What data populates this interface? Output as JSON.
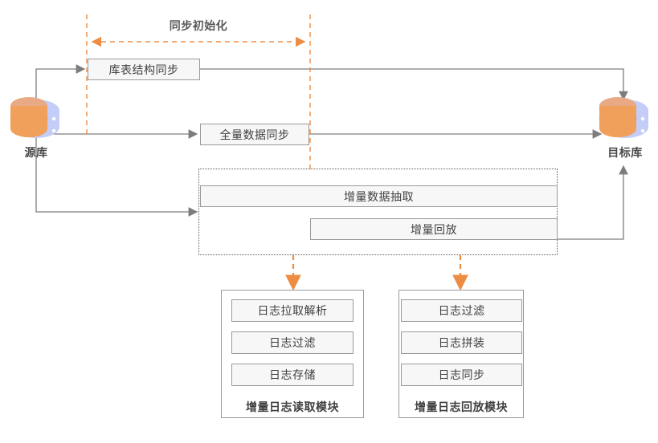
{
  "diagram": {
    "title_span": {
      "label": "同步初始化"
    },
    "databases": [
      {
        "name": "source-database",
        "label": "源库"
      },
      {
        "name": "target-database",
        "label": "目标库"
      }
    ],
    "stage_nodes": [
      {
        "name": "schema-sync",
        "label": "库表结构同步"
      },
      {
        "name": "full-data-sync",
        "label": "全量数据同步"
      },
      {
        "name": "incremental-extract",
        "label": "增量数据抽取"
      },
      {
        "name": "incremental-replay",
        "label": "增量回放"
      }
    ],
    "modules": [
      {
        "name": "incremental-log-read-module",
        "caption": "增量日志读取模块",
        "items": [
          {
            "name": "log-pull-parse",
            "label": "日志拉取解析"
          },
          {
            "name": "log-filter",
            "label": "日志过滤"
          },
          {
            "name": "log-storage",
            "label": "日志存储"
          }
        ]
      },
      {
        "name": "incremental-log-replay-module",
        "caption": "增量日志回放模块",
        "items": [
          {
            "name": "log-filter-replay",
            "label": "日志过滤"
          },
          {
            "name": "log-assemble",
            "label": "日志拼装"
          },
          {
            "name": "log-sync",
            "label": "日志同步"
          }
        ]
      }
    ],
    "colors": {
      "accent_orange": "#ed8c43",
      "connector_gray": "#7d7d7d",
      "node_fill": "#f7f7f7",
      "node_border": "#9a9a9a",
      "text": "#404040",
      "db_front": "#f0a05a",
      "db_back": "#c3cdf7",
      "db_top": "#e8aa84"
    }
  }
}
